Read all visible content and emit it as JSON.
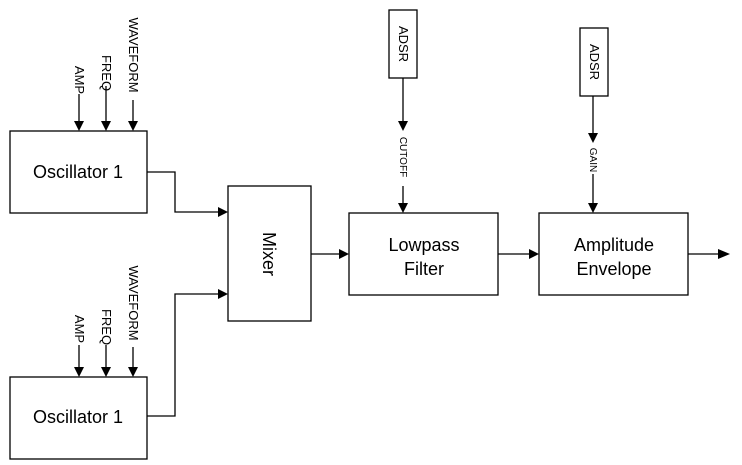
{
  "diagram": {
    "blocks": {
      "osc_top": "Oscillator 1",
      "osc_bottom": "Oscillator 1",
      "mixer": "Mixer",
      "filter_line1": "Lowpass",
      "filter_line2": "Filter",
      "envelope_line1": "Amplitude",
      "envelope_line2": "Envelope",
      "adsr_filter": "ADSR",
      "adsr_amp": "ADSR"
    },
    "oscillator_inputs": {
      "top": [
        "AMP",
        "FREQ",
        "WAVEFORM"
      ],
      "bottom": [
        "AMP",
        "FREQ",
        "WAVEFORM"
      ]
    },
    "modulation_labels": {
      "filter": "CUTOFF",
      "amp": "GAIN"
    }
  }
}
